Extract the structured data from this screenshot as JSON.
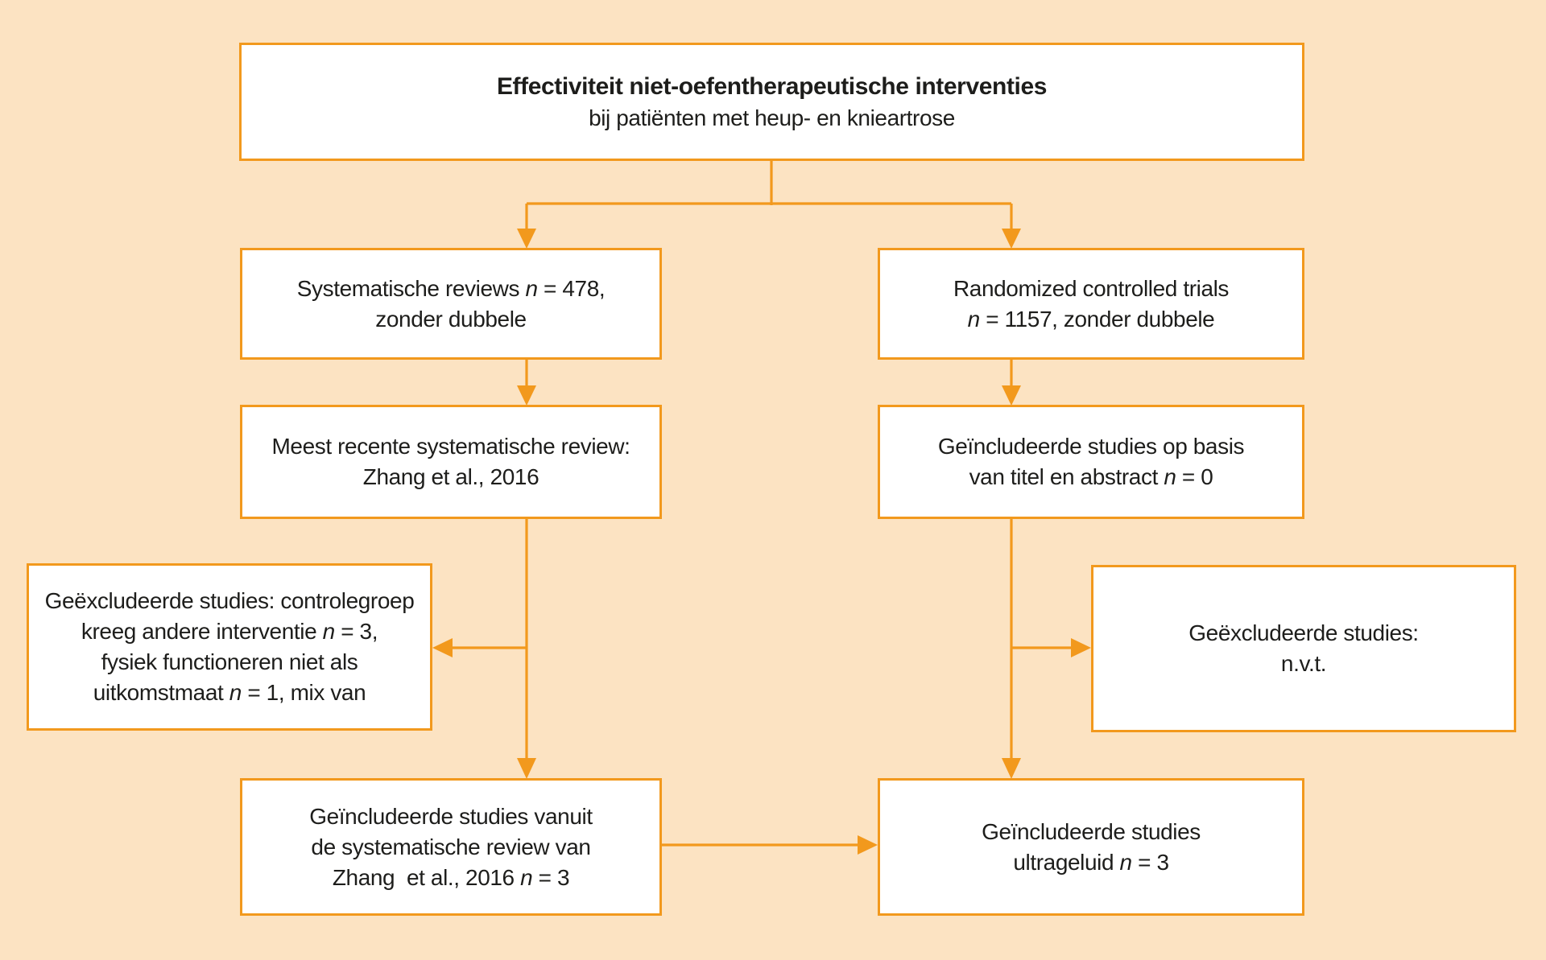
{
  "colors": {
    "background": "#fce3c2",
    "accent": "#f2991d",
    "box": "#ffffff",
    "text": "#1d1d1b"
  },
  "diagram": {
    "title_box": {
      "title": "Effectiviteit niet-oefentherapeutische interventies",
      "subtitle": "bij patiënten met heup- en knieartrose"
    },
    "boxes": {
      "systematic_reviews": {
        "lines": [
          [
            {
              "text": "Systematische reviews "
            },
            {
              "text": "n",
              "italic": true
            },
            {
              "text": " = 478,"
            }
          ],
          [
            {
              "text": "zonder dubbele"
            }
          ]
        ]
      },
      "rct": {
        "lines": [
          [
            {
              "text": "Randomized controlled trials"
            }
          ],
          [
            {
              "text": "n",
              "italic": true
            },
            {
              "text": " = 1157, zonder dubbele"
            }
          ]
        ]
      },
      "recent_review": {
        "lines": [
          [
            {
              "text": "Meest recente systematische review:"
            }
          ],
          [
            {
              "text": "Zhang et al., 2016"
            }
          ]
        ]
      },
      "included_title_abstract": {
        "lines": [
          [
            {
              "text": "Geïncludeerde studies op basis"
            }
          ],
          [
            {
              "text": "van titel en abstract "
            },
            {
              "text": "n",
              "italic": true
            },
            {
              "text": " = 0"
            }
          ]
        ]
      },
      "excluded_left": {
        "lines": [
          [
            {
              "text": "Geëxcludeerde studies: controlegroep"
            }
          ],
          [
            {
              "text": "kreeg andere interventie "
            },
            {
              "text": "n",
              "italic": true
            },
            {
              "text": " = 3,"
            }
          ],
          [
            {
              "text": "fysiek functioneren niet als"
            }
          ],
          [
            {
              "text": "uitkomstmaat "
            },
            {
              "text": "n",
              "italic": true
            },
            {
              "text": " = 1, mix van"
            }
          ]
        ]
      },
      "excluded_right": {
        "lines": [
          [
            {
              "text": "Geëxcludeerde studies:"
            }
          ],
          [
            {
              "text": "n.v.t."
            }
          ]
        ]
      },
      "included_zhang": {
        "lines": [
          [
            {
              "text": "Geïncludeerde studies vanuit"
            }
          ],
          [
            {
              "text": "de systematische review van"
            }
          ],
          [
            {
              "text": "Zhang  et al., 2016 "
            },
            {
              "text": "n",
              "italic": true
            },
            {
              "text": " = 3"
            }
          ]
        ]
      },
      "included_ultrasound": {
        "lines": [
          [
            {
              "text": "Geïncludeerde studies"
            }
          ],
          [
            {
              "text": "ultrageluid "
            },
            {
              "text": "n",
              "italic": true
            },
            {
              "text": " = 3"
            }
          ]
        ]
      }
    }
  }
}
